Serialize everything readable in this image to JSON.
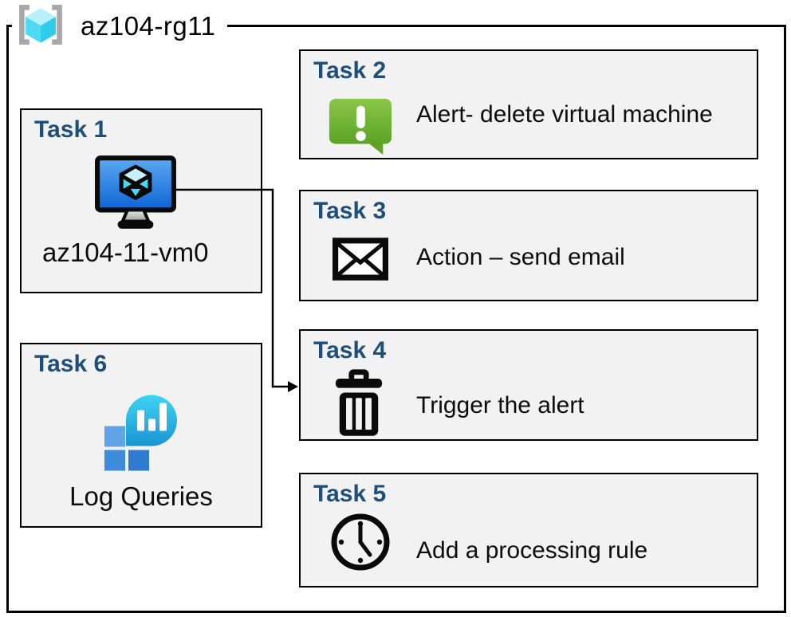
{
  "resource_group": {
    "title": "az104-rg11",
    "icon": "resource-group-icon"
  },
  "tasks": [
    {
      "heading": "Task 1",
      "label": "az104-11-vm0",
      "icon": "virtual-machine-icon"
    },
    {
      "heading": "Task 2",
      "label": "Alert- delete virtual machine",
      "icon": "alert-message-icon"
    },
    {
      "heading": "Task 3",
      "label": "Action – send email",
      "icon": "email-envelope-icon"
    },
    {
      "heading": "Task 4",
      "label": "Trigger the alert",
      "icon": "trash-icon"
    },
    {
      "heading": "Task 5",
      "label": "Add a processing rule",
      "icon": "clock-icon"
    },
    {
      "heading": "Task 6",
      "label": "Log Queries",
      "icon": "log-analytics-icon"
    }
  ],
  "connector": {
    "from": "Task 1 virtual machine",
    "to": "Task 4"
  },
  "colors": {
    "heading_blue": "#1F4E79",
    "box_background": "#F2F2F2",
    "box_border": "#000000",
    "alert_green_top": "#86C246",
    "alert_green_bottom": "#5EA426",
    "vm_screen_top": "#5CA9F5",
    "vm_screen_bottom": "#0E63D2",
    "log_bubble_top": "#3FD4F4",
    "log_bubble_bottom": "#1B95D2",
    "log_square_light": "#61A3E9",
    "log_square_mid": "#3E8ADC",
    "log_square_dark": "#2E7CD0",
    "cube_top": "#B7EFFA",
    "cube_left": "#4ED9F4",
    "cube_right": "#2FCBEE",
    "bracket_gray": "#A8A8A8"
  }
}
